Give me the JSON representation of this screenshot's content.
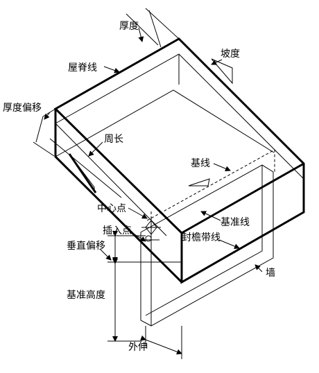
{
  "labels": {
    "thickness": "厚度",
    "slope": "坡度",
    "ridge_line": "屋脊线",
    "thickness_offset": "厚度偏移",
    "perimeter": "周长",
    "baseline": "基线",
    "center_point": "中心点",
    "reference_line": "基准线",
    "insert_point": "插入点",
    "eave_line": "封檐带线",
    "vertical_offset": "垂直偏移",
    "wall": "墙",
    "reference_height": "基准高度",
    "overhang": "外伸"
  }
}
